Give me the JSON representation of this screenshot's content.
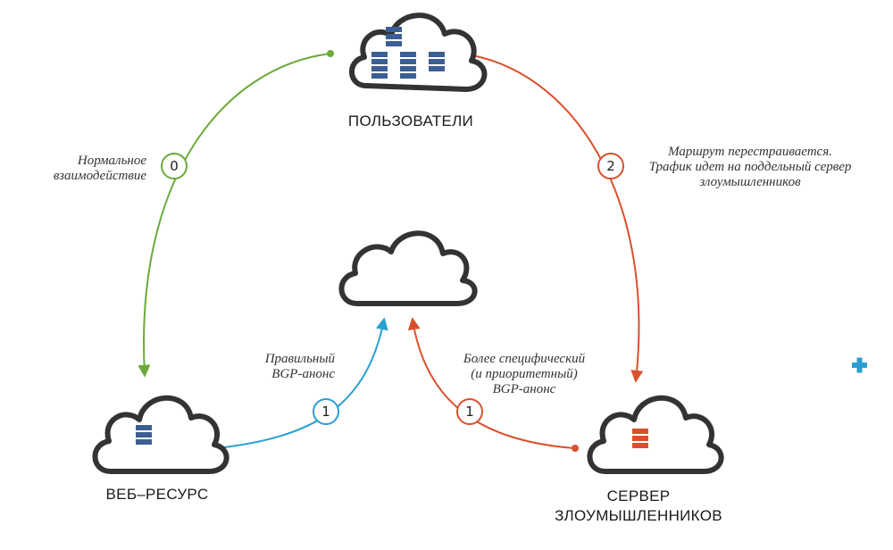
{
  "colors": {
    "outline": "#333333",
    "green": "#6aaa3a",
    "red": "#d9512c",
    "blue": "#2a9fd0",
    "server_blue": "#3b5f94",
    "server_red": "#d9512c"
  },
  "nodes": {
    "users": {
      "label": "ПОЛЬЗОВАТЕЛИ"
    },
    "web_resource": {
      "label": "ВЕБ–РЕСУРС"
    },
    "attacker": {
      "label_line1": "СЕРВЕР",
      "label_line2": "ЗЛОУМЫШЛЕННИКОВ"
    }
  },
  "edges": {
    "normal": {
      "step": "0",
      "note_line1": "Нормальное",
      "note_line2": "взаимодействие"
    },
    "reroute": {
      "step": "2",
      "note_line1": "Маршрут перестраивается.",
      "note_line2": "Трафик идет на поддельный сервер",
      "note_line3": "злоумышленников"
    },
    "legit_bgp": {
      "step": "1",
      "note_line1": "Правильный",
      "note_line2": "BGP-анонс"
    },
    "rogue_bgp": {
      "step": "1",
      "note_line1": "Более специфический",
      "note_line2": "(и приоритетный)",
      "note_line3": "BGP-анонс"
    }
  },
  "icons": {
    "plus": "plus-icon"
  }
}
